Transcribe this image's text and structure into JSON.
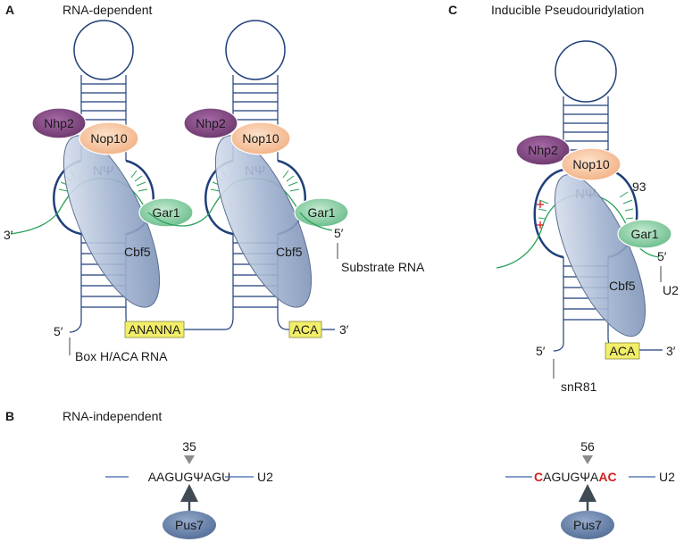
{
  "panels": {
    "a": {
      "letter": "A",
      "title": "RNA-dependent",
      "proteins": {
        "nhp2": "Nhp2",
        "nop10": "Nop10",
        "gar1": "Gar1",
        "cbf5": "Cbf5"
      },
      "site": "NΨ",
      "box_h": "ANANNA",
      "box_aca": "ACA",
      "ends": {
        "three_prime": "3′",
        "five_prime": "5′",
        "substrate_five": "5′",
        "substrate_three": "3′"
      },
      "labels": {
        "substrate": "Substrate RNA",
        "guide": "Box H/ACA RNA"
      }
    },
    "b": {
      "letter": "B",
      "title": "RNA-independent",
      "position": "35",
      "sequence": "AAGUGΨAGU",
      "target": "U2",
      "enzyme": "Pus7"
    },
    "c": {
      "letter": "C",
      "title": "Inducible Pseudouridylation",
      "proteins": {
        "nhp2": "Nhp2",
        "nop10": "Nop10",
        "gar1": "Gar1",
        "cbf5": "Cbf5"
      },
      "site": "NΨ",
      "site_number": "93",
      "box_aca": "ACA",
      "ends": {
        "three_prime": "3′",
        "five_prime": "5′",
        "substrate_five": "5′"
      },
      "labels": {
        "substrate": "U2",
        "guide": "snR81"
      },
      "position": "56",
      "sequence": {
        "first": "C",
        "middle1": "AGUGΨA",
        "last": "AC"
      },
      "target": "U2",
      "enzyme": "Pus7"
    }
  },
  "colors": {
    "rna_dark": "#1f3f7a",
    "rna_light": "#3a63a8",
    "substrate": "#2aa05a",
    "nhp2": "#8a4e8a",
    "nop10": "#f7c9a6",
    "gar1": "#8fd0a6",
    "cbf5": "#93a6c6",
    "box": "#f2ee6a",
    "mismatch": "#d62020",
    "pus7": "#6f88ad"
  }
}
